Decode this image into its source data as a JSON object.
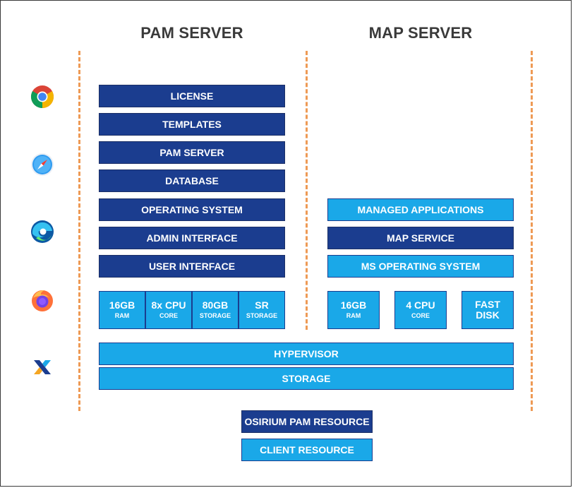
{
  "pam_server": {
    "title": "PAM SERVER",
    "layers": [
      "LICENSE",
      "TEMPLATES",
      "PAM SERVER",
      "DATABASE",
      "OPERATING SYSTEM",
      "ADMIN INTERFACE",
      "USER INTERFACE"
    ],
    "specs": [
      {
        "main": "16GB",
        "sub": "RAM"
      },
      {
        "main": "8x CPU",
        "sub": "CORE"
      },
      {
        "main": "80GB",
        "sub": "STORAGE"
      },
      {
        "main": "SR",
        "sub": "STORAGE"
      }
    ]
  },
  "map_server": {
    "title": "MAP SERVER",
    "layers": [
      "MANAGED APPLICATIONS",
      "MAP SERVICE",
      "MS OPERATING SYSTEM"
    ],
    "specs": [
      {
        "main": "16GB",
        "sub": "RAM"
      },
      {
        "main": "4 CPU",
        "sub": "CORE"
      },
      {
        "main": "FAST",
        "main2": "DISK"
      }
    ]
  },
  "infrastructure": [
    "HYPERVISOR",
    "STORAGE"
  ],
  "legend": {
    "osirium": "OSIRIUM PAM RESOURCE",
    "client": "CLIENT RESOURCE"
  },
  "colors": {
    "osirium_resource": "#1b3d8f",
    "client_resource": "#1aa8e8",
    "divider": "#ee9a55"
  },
  "icons": [
    "chrome-icon",
    "safari-icon",
    "edge-icon",
    "firefox-icon",
    "xcp-ng-icon"
  ]
}
